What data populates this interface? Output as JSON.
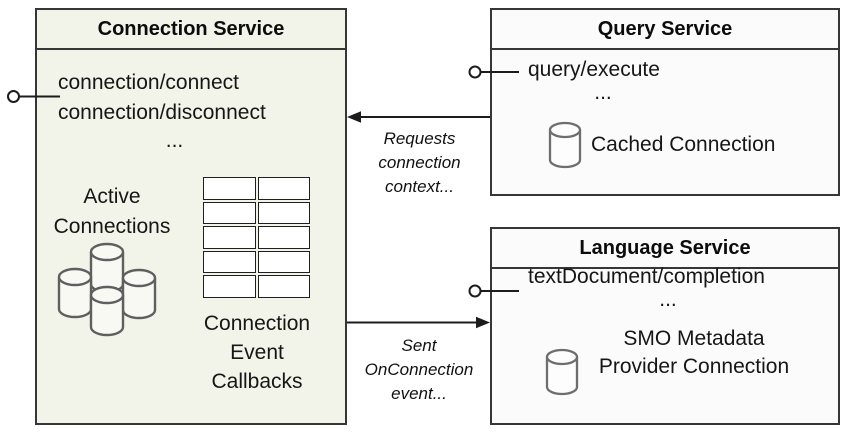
{
  "connection_service": {
    "title": "Connection Service",
    "method_1": "connection/connect",
    "method_2": "connection/disconnect",
    "ellipsis": "...",
    "active_connections_line_1": "Active",
    "active_connections_line_2": "Connections",
    "callbacks_line_1": "Connection",
    "callbacks_line_2": "Event",
    "callbacks_line_3": "Callbacks"
  },
  "query_service": {
    "title": "Query Service",
    "method_1": "query/execute",
    "ellipsis": "...",
    "cached_connection_label": "Cached Connection"
  },
  "language_service": {
    "title": "Language Service",
    "method_1": "textDocument/completion",
    "ellipsis": "...",
    "smo_line_1": "SMO Metadata",
    "smo_line_2": "Provider Connection"
  },
  "arrow_labels": {
    "requests_line_1": "Requests",
    "requests_line_2": "connection",
    "requests_line_3": "context...",
    "sent_line_1": "Sent",
    "sent_line_2": "OnConnection",
    "sent_line_3": "event..."
  },
  "icons": {
    "active_connections": "database-cluster-icon",
    "cached_connection": "database-icon",
    "smo_connection": "database-icon",
    "event_callbacks": "table-grid-icon",
    "interfaces": "lollipop-connector"
  },
  "colors": {
    "connection_box_fill": "#f2f4ea",
    "service_box_fill": "#fbfbfc",
    "box_border": "#363636",
    "icon_stroke": "#606060",
    "line": "#1c1c1c",
    "text": "#161616"
  }
}
